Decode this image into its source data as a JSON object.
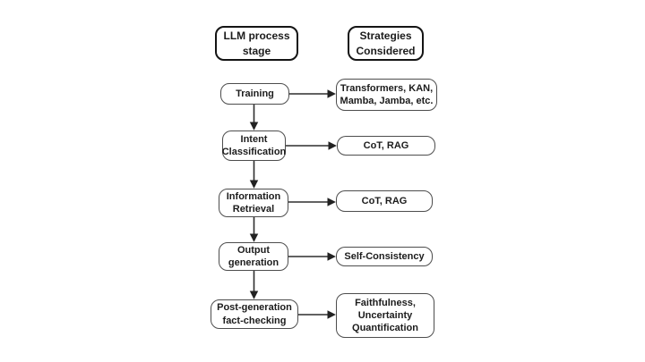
{
  "diagram": {
    "title": "LLM process stages and strategies flowchart",
    "headers": {
      "left": "LLM process\nstage",
      "right": "Strategies\nConsidered"
    },
    "rows": [
      {
        "stage": "Training",
        "strategy": "Transformers, KAN,\nMamba, Jamba, etc."
      },
      {
        "stage": "Intent\nClassification",
        "strategy": "CoT, RAG"
      },
      {
        "stage": "Information\nRetrieval",
        "strategy": "CoT, RAG"
      },
      {
        "stage": "Output\ngeneration",
        "strategy": "Self-Consistency"
      },
      {
        "stage": "Post-generation\nfact-checking",
        "strategy": "Faithfulness,\nUncertainty\nQuantification"
      }
    ],
    "colors": {
      "background": "#ffffff",
      "header_border": "#141414",
      "box_border": "#4d4d4d",
      "text": "#1c1c1c",
      "connector": "#2e2e2e"
    }
  }
}
